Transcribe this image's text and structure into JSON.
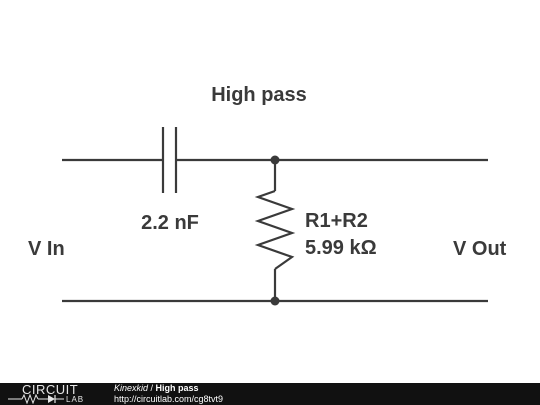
{
  "diagram": {
    "title": "High pass",
    "capacitor_value": "2.2 nF",
    "resistor_name": "R1+R2",
    "resistor_value": "5.99 kΩ",
    "input_label": "V In",
    "output_label": "V Out"
  },
  "footer": {
    "logo_top": "CIRCUIT",
    "logo_sub": "LAB",
    "author": "Kinexkid",
    "separator": " / ",
    "circuit_title": "High pass",
    "url": "http://circuitlab.com/cg8tvt9"
  },
  "colors": {
    "wire": "#3a3a3a",
    "footer_bg": "#111111",
    "footer_text": "#ffffff"
  }
}
